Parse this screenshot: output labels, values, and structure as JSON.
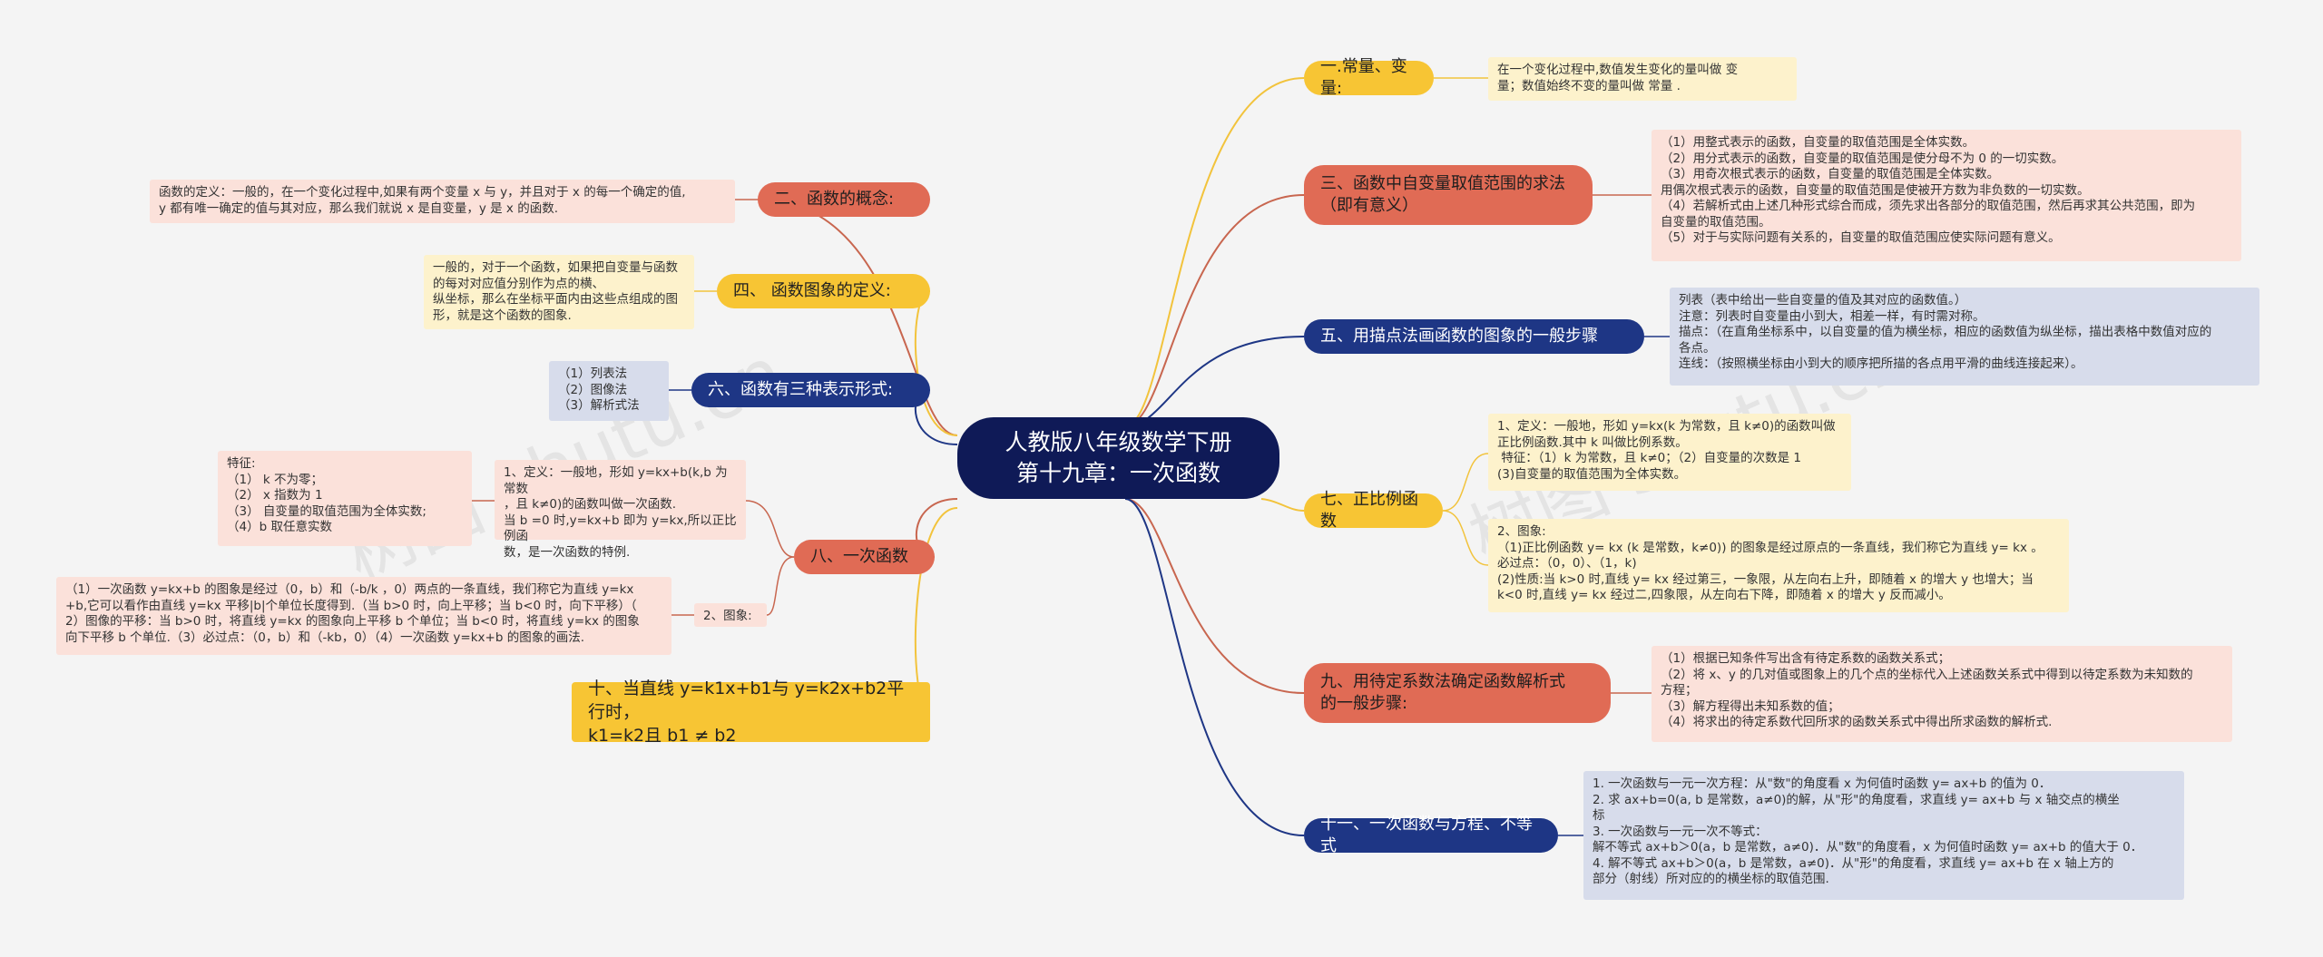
{
  "watermark": "树图 shutu.cn",
  "root": "人教版八年级数学下册\n第十九章：一次函数",
  "branches": {
    "b1": "一.常量、变量:",
    "b3": "三、函数中自变量取值范围的求法\n（即有意义）",
    "b5": "五、用描点法画函数的图象的一般步骤",
    "b7": "七、正比例函数",
    "b9": "九、用待定系数法确定函数解析式\n的一般步骤:",
    "b11": "十一、一次函数与方程、不等式",
    "b2": "二、函数的概念:",
    "b4": "四、 函数图象的定义:",
    "b6": "六、函数有三种表示形式:",
    "b8": "八、一次函数",
    "b10": "十、当直线 y=k1x+b1与 y=k2x+b2平行时，\nk1=k2且 b1 ≠ b2"
  },
  "leaves": {
    "l1": "在一个变化过程中,数值发生变化的量叫做 变\n量；数值始终不变的量叫做 常量 .",
    "l3": "（1）用整式表示的函数，自变量的取值范围是全体实数。\n（2）用分式表示的函数，自变量的取值范围是使分母不为 0 的一切实数。\n（3）用奇次根式表示的函数，自变量的取值范围是全体实数。\n用偶次根式表示的函数，自变量的取值范围是使被开方数为非负数的一切实数。\n（4）若解析式由上述几种形式综合而成，须先求出各部分的取值范围，然后再求其公共范围，即为\n自变量的取值范围。\n（5）对于与实际问题有关系的，自变量的取值范围应使实际问题有意义。",
    "l5": "列表（表中给出一些自变量的值及其对应的函数值。）\n注意：列表时自变量由小到大，相差一样，有时需对称。\n描点：（在直角坐标系中，以自变量的值为横坐标，相应的函数值为纵坐标，描出表格中数值对应的\n各点。\n连线：（按照横坐标由小到大的顺序把所描的各点用平滑的曲线连接起来）。",
    "l7a": "1、定义：一般地，形如 y=kx(k 为常数，且 k≠0)的函数叫做\n正比例函数.其中 k 叫做比例系数。\n 特征：（1）k 为常数，且 k≠0；（2）自变量的次数是 1\n(3)自变量的取值范围为全体实数。",
    "l7b": "2、图象:\n（1)正比例函数 y= kx (k 是常数，k≠0)) 的图象是经过原点的一条直线，我们称它为直线 y= kx 。\n必过点：（0，0）、（1，k)\n(2)性质:当 k>0 时,直线 y= kx 经过第三，一象限，从左向右上升，即随着 x 的增大 y 也增大；当\nk<0 时,直线 y= kx 经过二,四象限，从左向右下降，即随着 x 的增大 y 反而减小。",
    "l9": "（1）根据已知条件写出含有待定系数的函数关系式；\n（2）将 x、y 的几对值或图象上的几个点的坐标代入上述函数关系式中得到以待定系数为未知数的\n方程；\n（3）解方程得出未知系数的值；\n（4）将求出的待定系数代回所求的函数关系式中得出所求函数的解析式.",
    "l11": "1. 一次函数与一元一次方程：从\"数\"的角度看 x 为何值时函数 y= ax+b 的值为 0．\n2. 求 ax+b=0(a, b 是常数，a≠0)的解，从\"形\"的角度看，求直线 y= ax+b 与 x 轴交点的横坐\n标\n3. 一次函数与一元一次不等式：\n解不等式 ax+b＞0(a，b 是常数，a≠0)．从\"数\"的角度看，x 为何值时函数 y= ax+b 的值大于 0．\n4. 解不等式 ax+b＞0(a，b 是常数，a≠0)．从\"形\"的角度看，求直线 y= ax+b 在 x 轴上方的\n部分（射线）所对应的的横坐标的取值范围.",
    "l2": "函数的定义：一般的，在一个变化过程中,如果有两个变量 x 与 y，并且对于 x 的每一个确定的值,\ny 都有唯一确定的值与其对应，那么我们就说 x 是自变量，y 是 x 的函数.",
    "l4": "一般的，对于一个函数，如果把自变量与函数\n的每对对应值分别作为点的横、\n纵坐标，那么在坐标平面内由这些点组成的图\n形，就是这个函数的图象.",
    "l6": "（1）列表法\n（2）图像法\n（3）解析式法",
    "l8def": "1、定义：一般地，形如 y=kx+b(k,b 为常数\n，且 k≠0)的函数叫做一次函数.\n当 b =0 时,y=kx+b 即为 y=kx,所以正比例函\n数，是一次函数的特例.",
    "l8feat": "特征:\n（1） k 不为零；\n（2） x 指数为 1\n（3） 自变量的取值范围为全体实数;\n（4）b 取任意实数",
    "l8img": "2、图象:",
    "l8imgtext": "（1）一次函数 y=kx+b 的图象是经过（0，b）和（-b/k ，0）两点的一条直线，我们称它为直线 y=kx\n+b,它可以看作由直线 y=kx 平移|b|个单位长度得到.（当 b>0 时，向上平移；当 b<0 时，向下平移）（\n2）图像的平移：当 b>0 时，将直线 y=kx 的图象向上平移 b 个单位；当 b<0 时，将直线 y=kx 的图象\n向下平移 b 个单位.（3）必过点：（0，b）和（-kb，0）（4）一次函数 y=kx+b 的图象的画法."
  },
  "colors": {
    "root": "#0f1a57",
    "yellow": "#f7c534",
    "red": "#e06b55",
    "navy": "#1e3685",
    "link_yellow": "#f2c33c",
    "link_red": "#c8664f",
    "link_navy": "#1e3685"
  }
}
